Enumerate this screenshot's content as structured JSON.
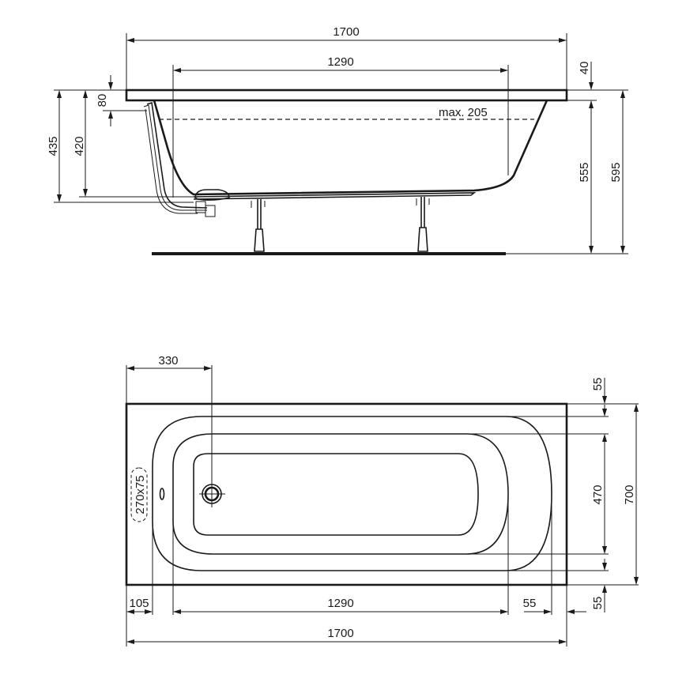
{
  "drawing": {
    "side_view": {
      "dimensions": {
        "overall_length": "1700",
        "inner_length": "1290",
        "rim_thickness": "40",
        "overflow_offset": "80",
        "water_level": "max. 205",
        "height_435": "435",
        "height_420": "420",
        "inner_height": "555",
        "overall_height": "595"
      }
    },
    "top_view": {
      "dimensions": {
        "drain_offset": "330",
        "access_panel": "270x75",
        "rim_top": "55",
        "inner_width": "470",
        "overall_width": "700",
        "rim_bottom": "55",
        "left_rim": "105",
        "inner_length": "1290",
        "right_rim": "55",
        "overall_length": "1700"
      }
    },
    "colors": {
      "line": "#1a1a1a",
      "background": "#ffffff"
    }
  }
}
